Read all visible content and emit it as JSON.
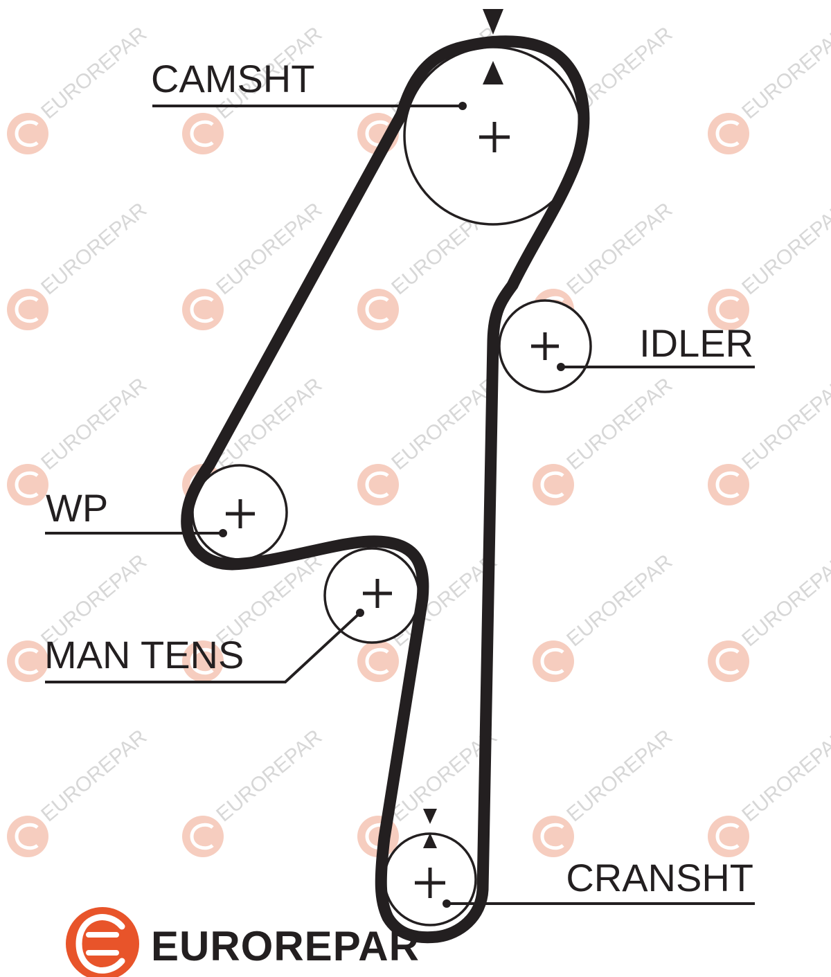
{
  "diagram": {
    "components": [
      {
        "id": "camshaft",
        "label": "CAMSHT"
      },
      {
        "id": "idler",
        "label": "IDLER"
      },
      {
        "id": "water-pump",
        "label": "WP"
      },
      {
        "id": "manual-tensioner",
        "label": "MAN TENS"
      },
      {
        "id": "crankshaft",
        "label": "CRANSHT"
      }
    ],
    "timing_marks": [
      "camshaft",
      "crankshaft"
    ]
  },
  "brand": {
    "name": "EUROREPAR",
    "watermark_text": "EUROREPAR",
    "logo_color": "#e8542a",
    "watermark_color": "#d7d7d7",
    "watermark_logo_color": "#f6cdbf"
  },
  "colors": {
    "belt": "#231f20",
    "line": "#231f20",
    "background": "#ffffff"
  }
}
